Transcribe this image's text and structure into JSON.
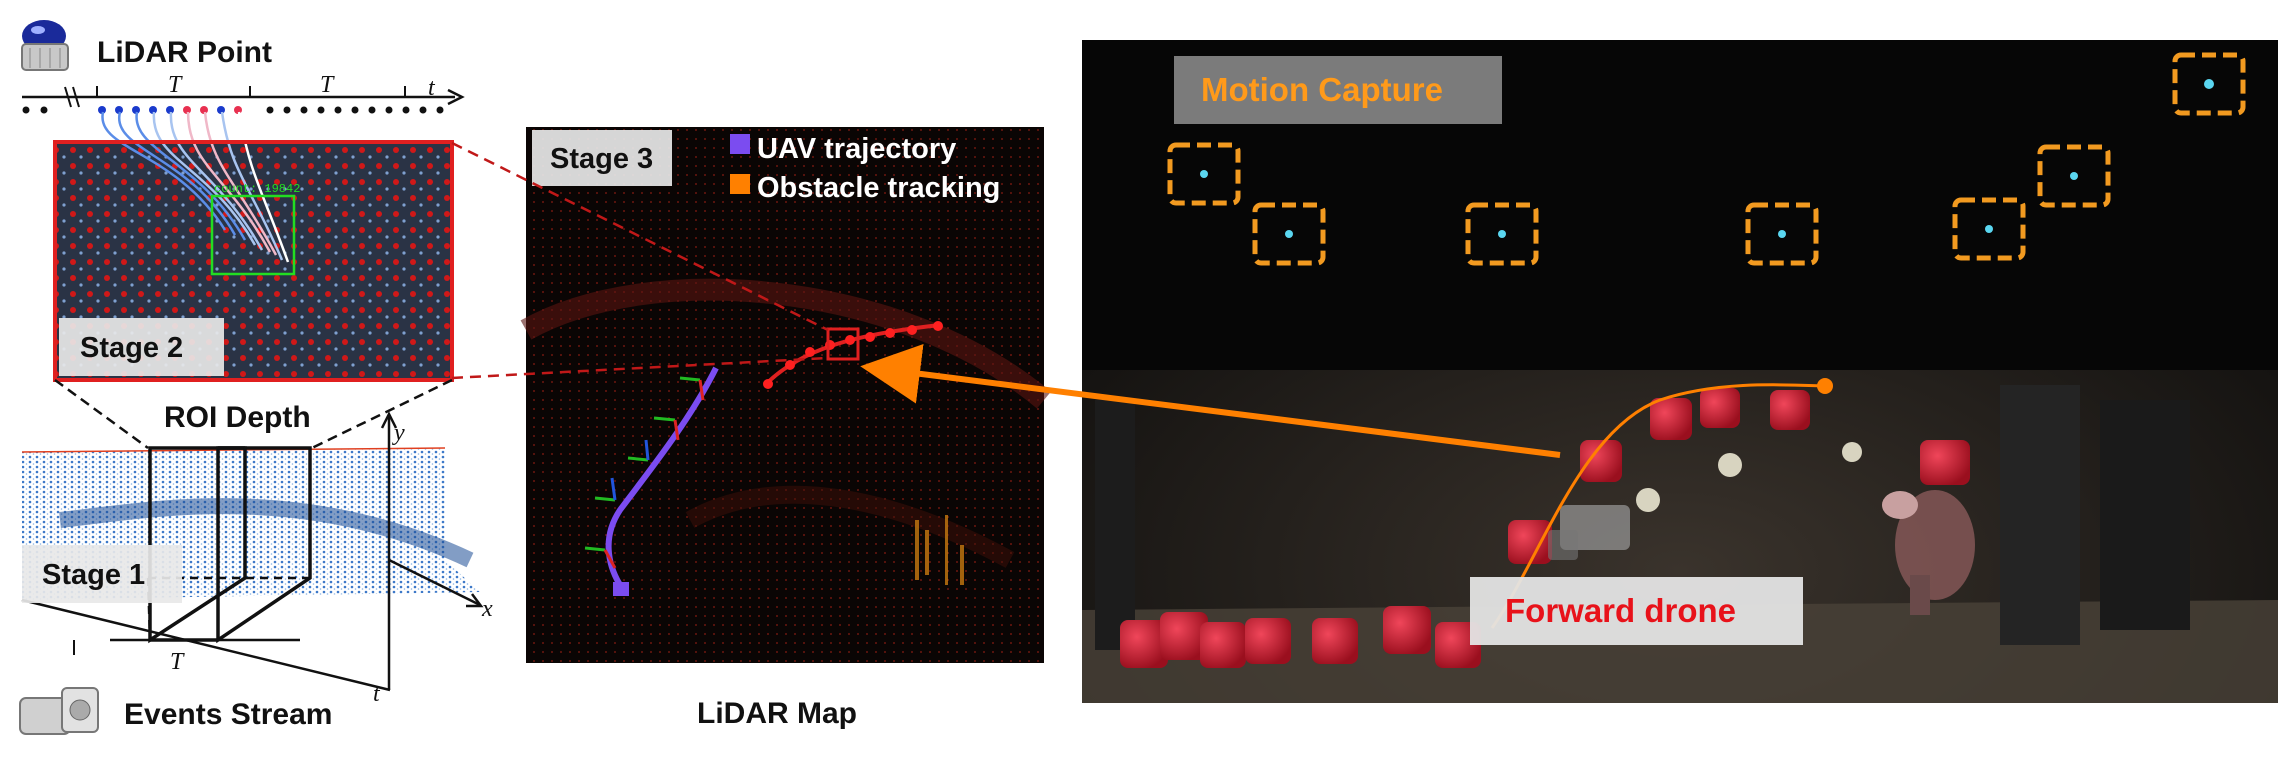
{
  "left": {
    "lidar_title": "LiDAR Point",
    "timeline_T1": "T",
    "timeline_T2": "T",
    "timeline_t": "t",
    "roi_count_text": "count: 19842",
    "stage2": "Stage 2",
    "roi_depth": "ROI Depth",
    "stage1": "Stage 1",
    "axis_y": "y",
    "axis_x": "x",
    "axis_t": "t",
    "axis_T": "T",
    "events_stream": "Events Stream"
  },
  "middle": {
    "stage3": "Stage 3",
    "legend_uav": "UAV trajectory",
    "legend_obstacle": "Obstacle tracking",
    "caption": "LiDAR Map"
  },
  "right": {
    "motion_capture": "Motion Capture",
    "forward_drone": "Forward drone"
  },
  "colors": {
    "uav": "#7b4cf0",
    "obstacle": "#ff8000",
    "marker": "#f29a20",
    "red_box": "#e02020",
    "motion_text": "#ff9a1a",
    "forward_text": "#e8121a"
  }
}
